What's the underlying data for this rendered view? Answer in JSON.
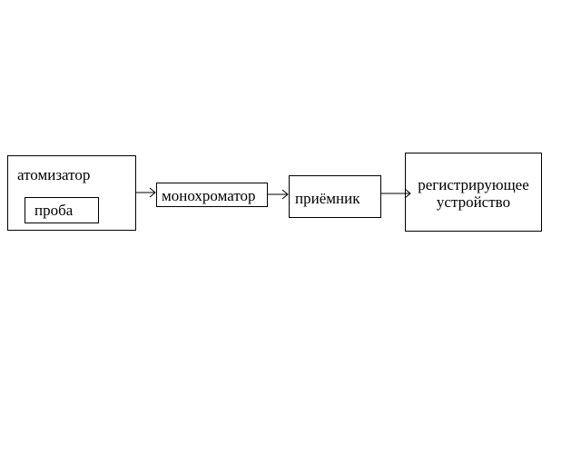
{
  "diagram": {
    "atomizer": {
      "label": "атомизатор"
    },
    "probe": {
      "label": "проба"
    },
    "monochromator": {
      "label": "монохроматор"
    },
    "receiver": {
      "label": "приёмник"
    },
    "recorder": {
      "line1": "регистрирующее",
      "line2": "устройство"
    }
  }
}
